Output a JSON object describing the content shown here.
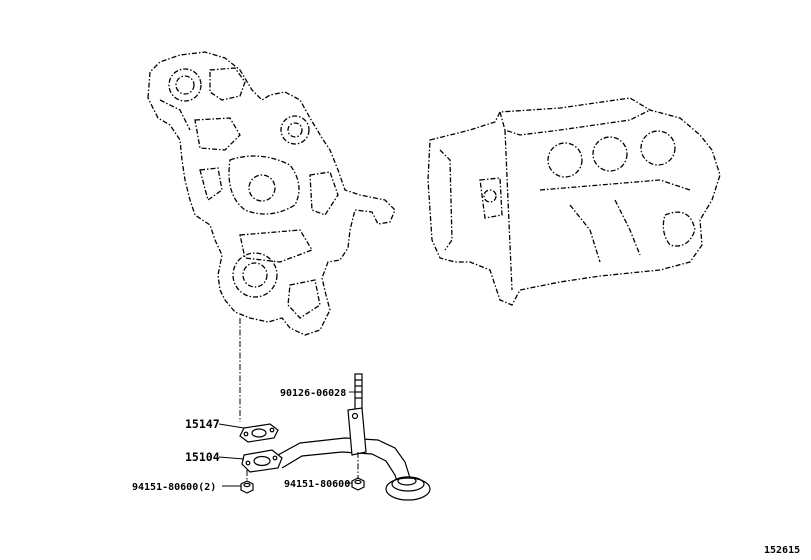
{
  "labels": {
    "bolt_stud": "90126-06028",
    "gasket": "15147",
    "strainer": "15104",
    "nut_left": "94151-80600(2)",
    "nut_right": "94151-80600",
    "diagram_id": "152615"
  }
}
